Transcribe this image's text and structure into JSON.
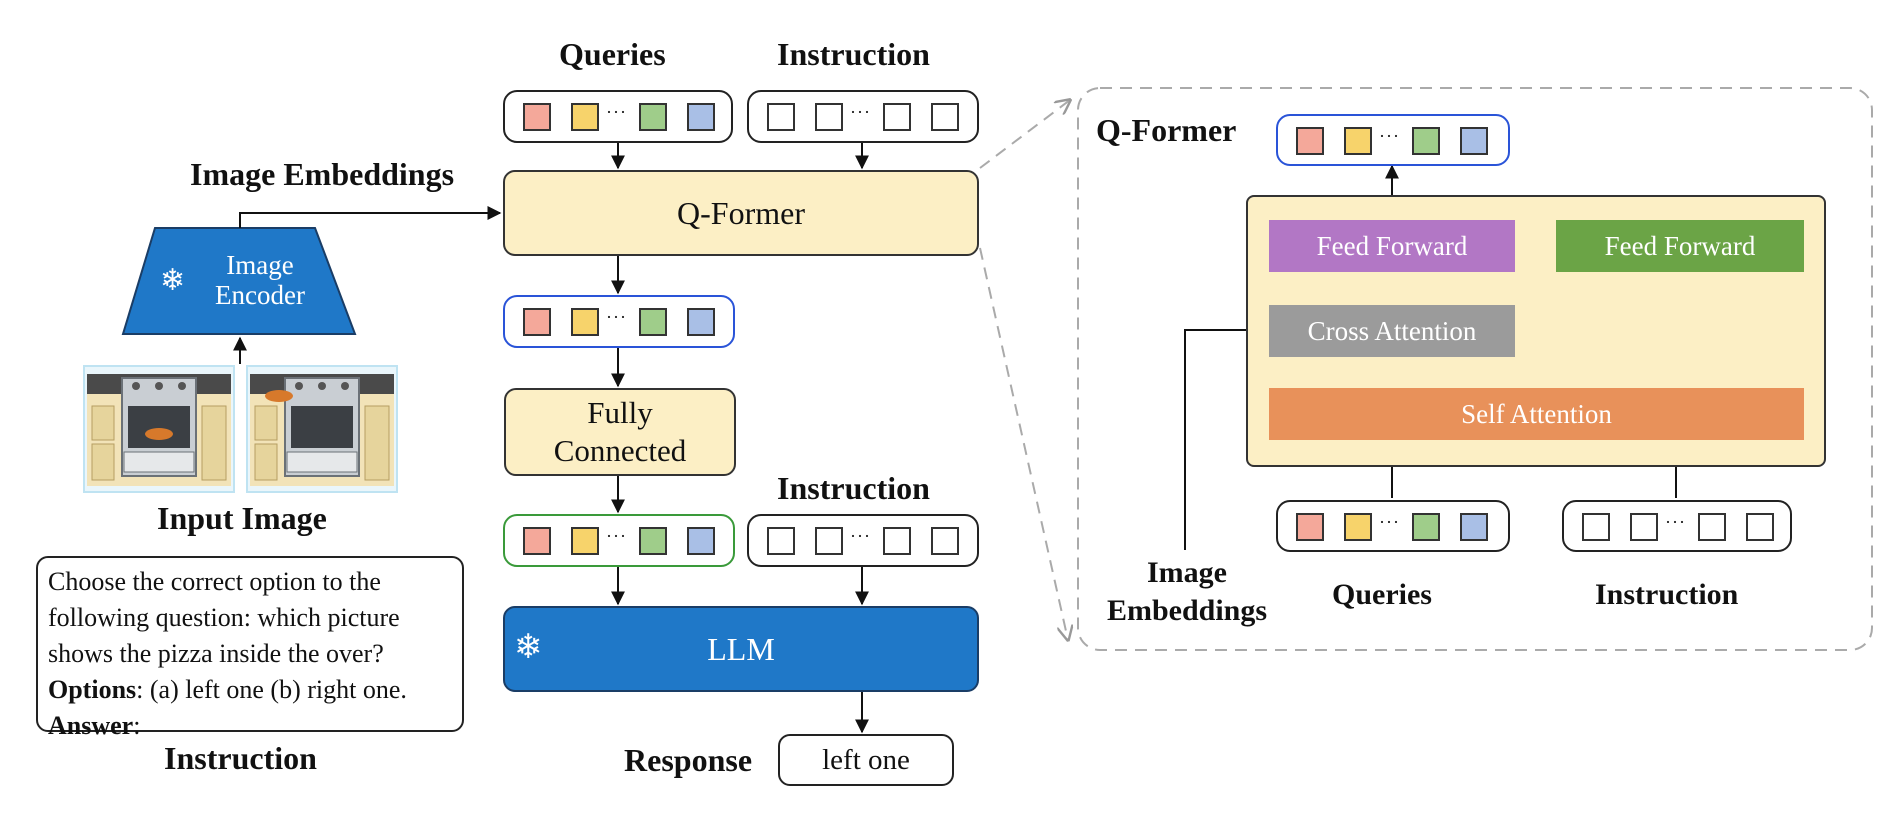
{
  "colors": {
    "token_red": "#f4a89a",
    "token_yellow": "#f7d36b",
    "token_green": "#9fcd8a",
    "token_blue": "#a9bfe6",
    "qformer_fill": "#fcefc5",
    "llm_fill": "#1f78c8",
    "feed_forward_purple": "#b277c5",
    "feed_forward_green": "#6ba446",
    "cross_attention_gray": "#9b9b9b",
    "self_attention_orange": "#e8915a",
    "query_border_blue": "#2a54d8",
    "query_border_green": "#3a9a3a"
  },
  "labels": {
    "queries_top": "Queries",
    "instruction_top": "Instruction",
    "image_embeddings": "Image Embeddings",
    "input_image": "Input Image",
    "instruction_bottom_left": "Instruction",
    "instruction_mid": "Instruction",
    "response": "Response"
  },
  "blocks": {
    "image_encoder": "Image Encoder",
    "image_encoder_line1": "Image",
    "image_encoder_line2": "Encoder",
    "q_former": "Q-Former",
    "fully_connected_line1": "Fully",
    "fully_connected_line2": "Connected",
    "llm": "LLM",
    "response_value": "left one"
  },
  "instruction_box": {
    "line1": "Choose the correct option to the",
    "line2": "following question: which picture",
    "line3": "shows the pizza inside the over?",
    "options_label": "Options",
    "options_text": ": (a) left one (b) right one.",
    "answer_label": "Answer",
    "answer_text": ":"
  },
  "detail_panel": {
    "title": "Q-Former",
    "feed_forward_left": "Feed Forward",
    "feed_forward_right": "Feed Forward",
    "cross_attention": "Cross Attention",
    "self_attention": "Self Attention",
    "image_embeddings_line1": "Image",
    "image_embeddings_line2": "Embeddings",
    "queries": "Queries",
    "instruction": "Instruction"
  },
  "token_dots": "···",
  "icons": {
    "snowflake": "snowflake-icon",
    "oven": "oven-icon",
    "pizza": "pizza-icon"
  }
}
